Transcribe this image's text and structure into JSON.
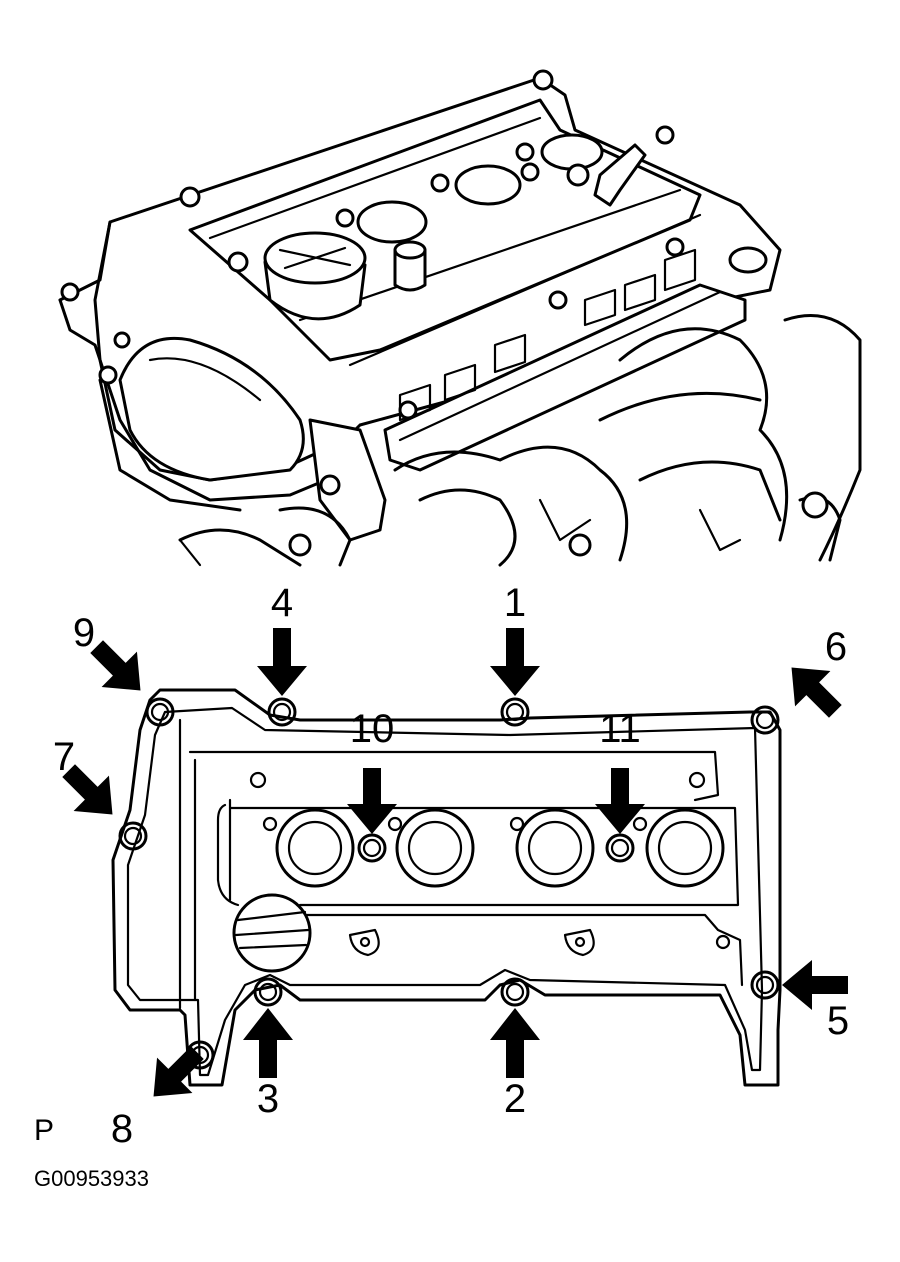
{
  "bolt_labels": [
    "1",
    "2",
    "3",
    "4",
    "5",
    "6",
    "7",
    "8",
    "9",
    "10",
    "11"
  ],
  "view_letter": "P",
  "figure_id": "G00953933"
}
